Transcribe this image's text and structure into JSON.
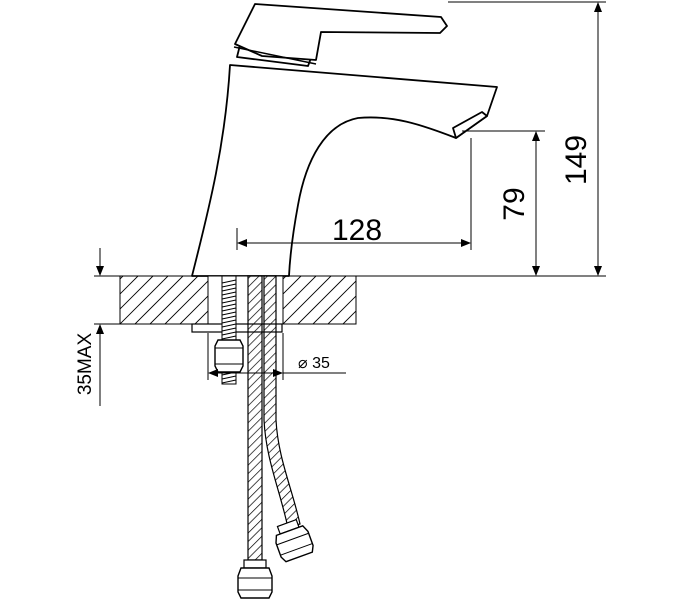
{
  "diagram": {
    "dimensions": {
      "spout_reach": "128",
      "spout_height": "79",
      "total_height": "149",
      "hole_diameter": "⌀ 35",
      "max_counter_thickness": "35MAX"
    },
    "colors": {
      "line": "#000000",
      "background": "#ffffff"
    }
  }
}
